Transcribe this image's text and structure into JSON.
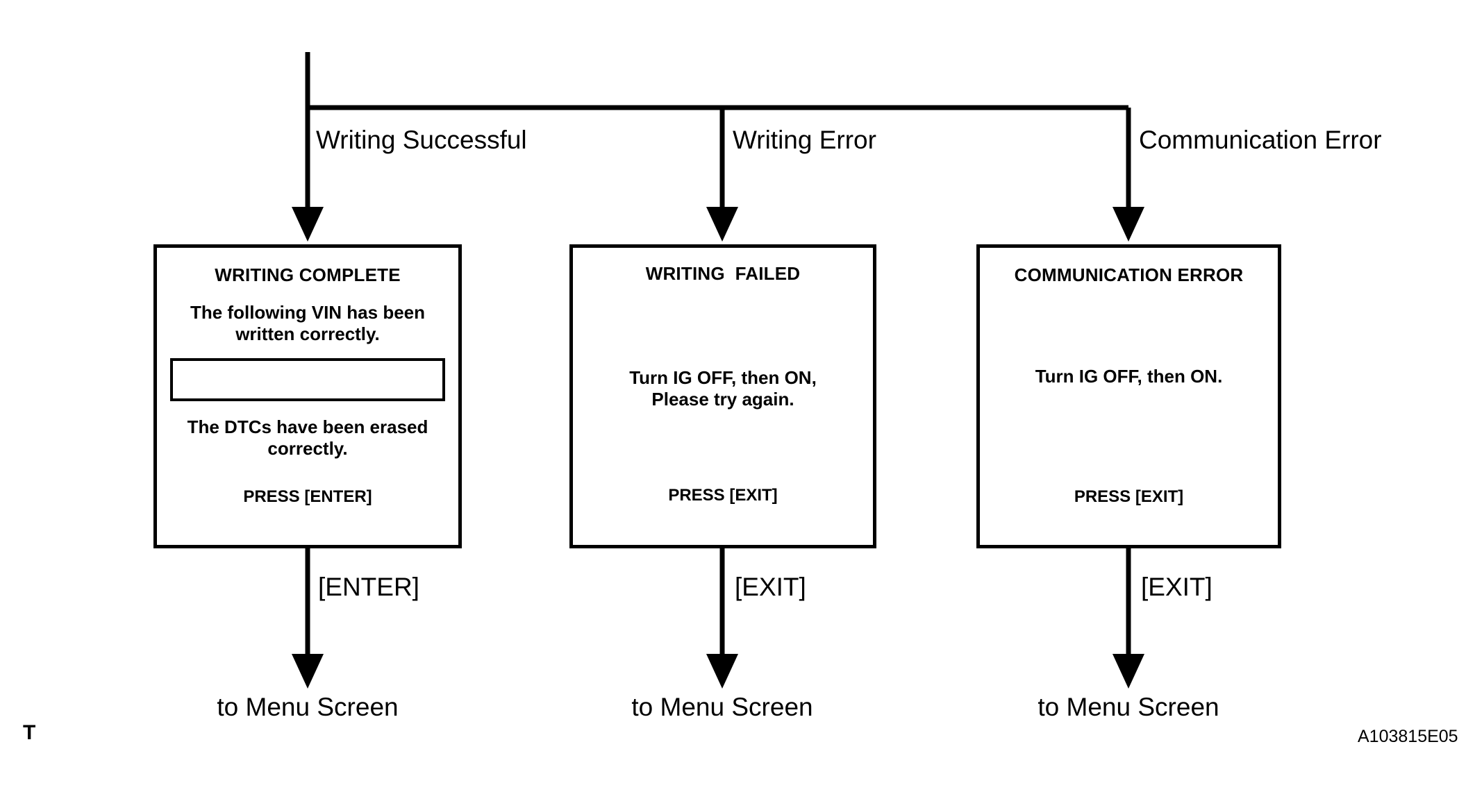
{
  "diagram": {
    "title": "VIN Writing Result Branches",
    "line_color": "#000000",
    "background_color": "#ffffff"
  },
  "branches": [
    {
      "label": "Writing Successful"
    },
    {
      "label": "Writing Error"
    },
    {
      "label": "Communication Error"
    }
  ],
  "screens": [
    {
      "title": "WRITING COMPLETE",
      "body_line_1": "The following VIN has been",
      "body_line_2": "written correctly.",
      "vin_value": "",
      "body_line_3": "The DTCs have been erased",
      "body_line_4": "correctly.",
      "footer": "PRESS [ENTER]"
    },
    {
      "title": "WRITING  FAILED",
      "body_line_1": "Turn IG OFF, then ON,",
      "body_line_2": "Please try again.",
      "footer": "PRESS [EXIT]"
    },
    {
      "title": "COMMUNICATION ERROR",
      "body_line_1": "Turn IG OFF, then ON.",
      "footer": "PRESS [EXIT]"
    }
  ],
  "key_labels": [
    {
      "label": "[ENTER]"
    },
    {
      "label": "[EXIT]"
    },
    {
      "label": "[EXIT]"
    }
  ],
  "terminals": [
    {
      "label": "to Menu Screen"
    },
    {
      "label": "to Menu Screen"
    },
    {
      "label": "to Menu Screen"
    }
  ],
  "page_marker": "T",
  "figure_code": "A103815E05"
}
